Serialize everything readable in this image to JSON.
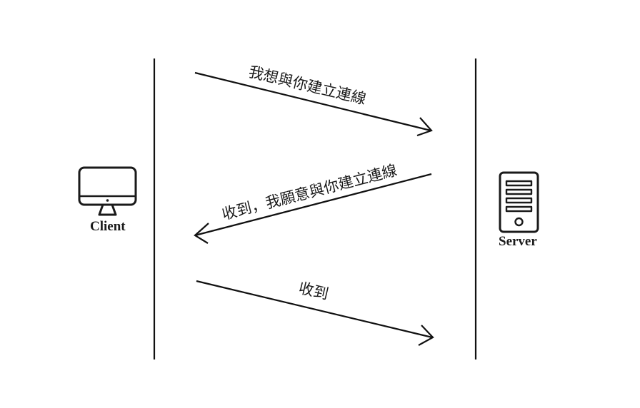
{
  "client": {
    "label": "Client",
    "icon": "monitor-icon"
  },
  "server": {
    "label": "Server",
    "icon": "server-tower-icon"
  },
  "messages": [
    {
      "text": "我想與你建立連線",
      "direction": "client-to-server"
    },
    {
      "text": "收到，我願意與你建立連線",
      "direction": "server-to-client"
    },
    {
      "text": "收到",
      "direction": "client-to-server"
    }
  ],
  "colors": {
    "line": "#111111",
    "background": "#ffffff"
  }
}
